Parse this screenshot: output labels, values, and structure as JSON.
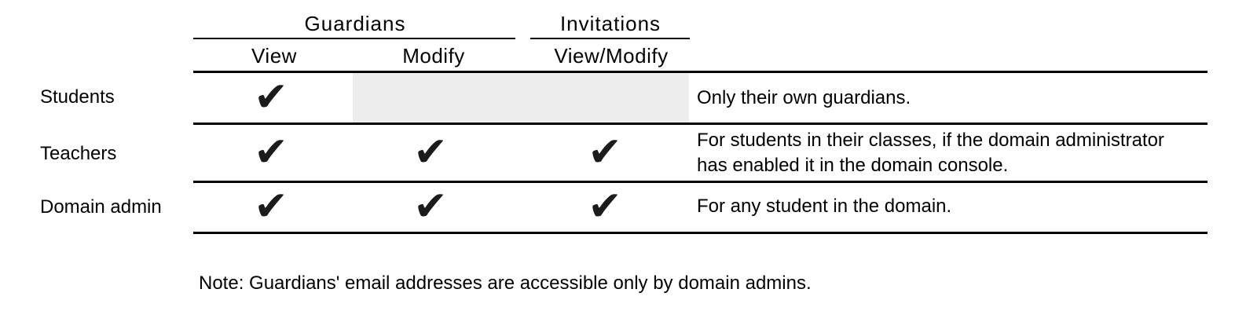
{
  "header": {
    "groups": [
      {
        "label": "Guardians"
      },
      {
        "label": "Invitations"
      }
    ],
    "columns": [
      {
        "label": "View"
      },
      {
        "label": "Modify"
      },
      {
        "label": "View/Modify"
      }
    ]
  },
  "check_glyph": "✔",
  "rows": [
    {
      "label": "Students",
      "permissions": {
        "guardians_view": true,
        "guardians_modify": false,
        "invitations_view_modify": false
      },
      "note_lines": [
        "Only their own guardians."
      ]
    },
    {
      "label": "Teachers",
      "permissions": {
        "guardians_view": true,
        "guardians_modify": true,
        "invitations_view_modify": true
      },
      "note_lines": [
        "For students in their classes, if the domain administrator",
        "has enabled it in the domain console."
      ]
    },
    {
      "label": "Domain admin",
      "permissions": {
        "guardians_view": true,
        "guardians_modify": true,
        "invitations_view_modify": true
      },
      "note_lines": [
        "For any student in the domain."
      ]
    }
  ],
  "footnote": "Note: Guardians' email addresses are accessible only by domain admins.",
  "colors": {
    "text": "#000000",
    "check": "#1b1b1b",
    "rule": "#000000",
    "disabled_cell_bg": "#ededed",
    "background": "#ffffff"
  }
}
